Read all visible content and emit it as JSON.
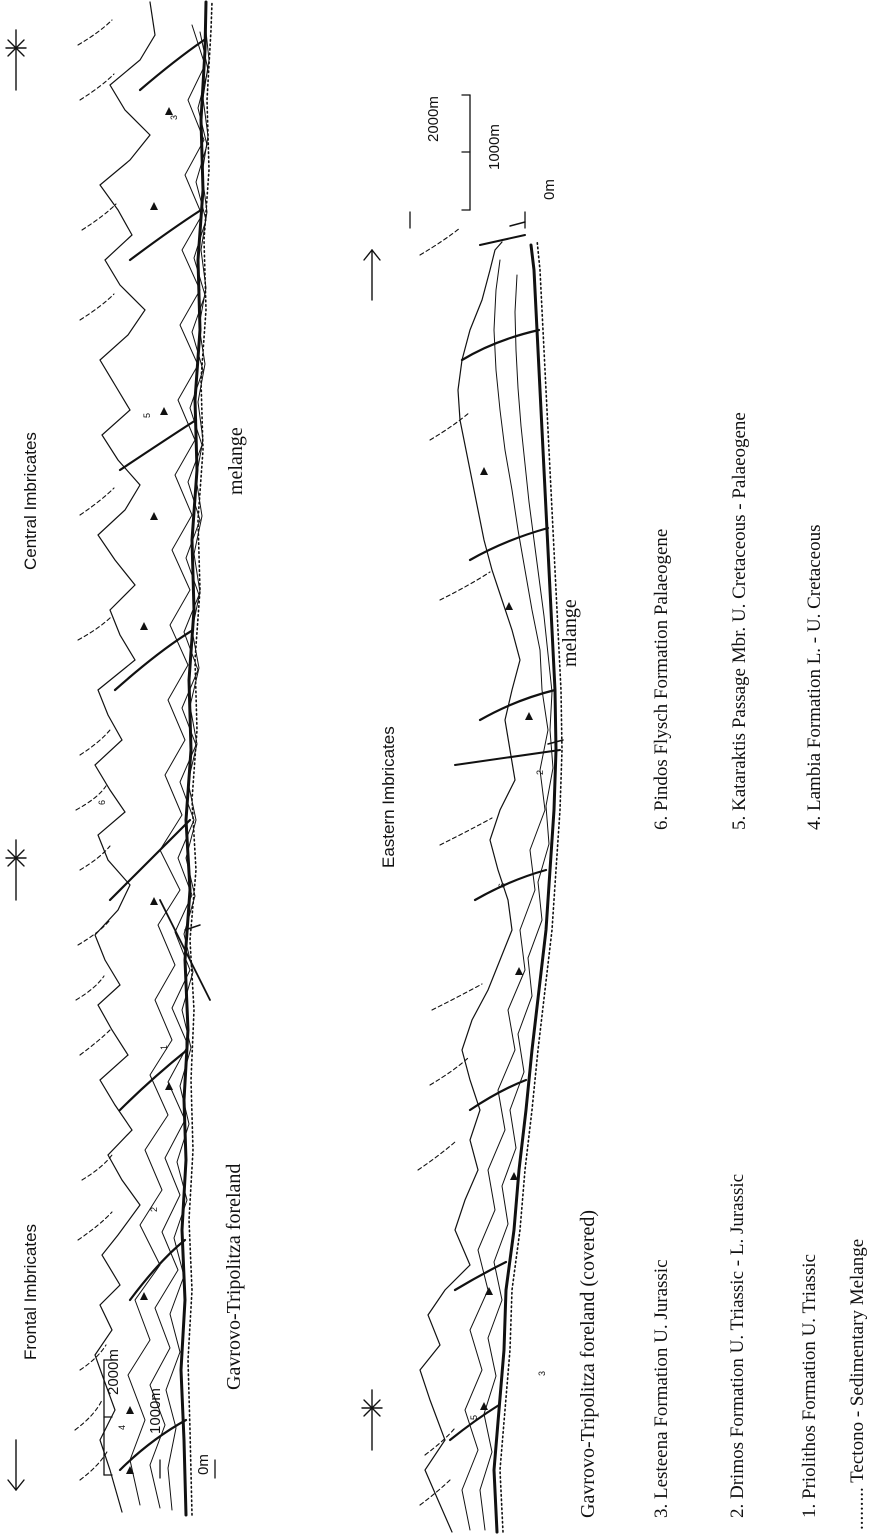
{
  "sections": {
    "top": {
      "labels": [
        "Frontal Imbricates",
        "Central Imbricates"
      ],
      "foreland": "Gavrovo-Tripolitza foreland",
      "melange": "melange"
    },
    "bottom": {
      "label": "Eastern Imbricates",
      "foreland": "Gavrovo-Tripolitza foreland (covered)",
      "melange": "melange"
    }
  },
  "scale_bar": {
    "ticks": [
      "2000m",
      "1000m",
      "0m"
    ]
  },
  "legend": [
    "6. Pindos Flysch Formation   Palaeogene",
    "5. Kataraktis Passage Mbr. U.  Cretaceous - Palaeogene",
    "4. Lambia Formation L. - U. Cretaceous",
    "3. Lesteena Formation  U. Jurassic",
    "2. Drimos Formation   U. Triassic - L. Jurassic",
    "1. Priolithos Formation U. Triassic",
    "......... Tectono - Sedimentary Melange"
  ],
  "unit_numbers": [
    "1",
    "2",
    "3",
    "4",
    "5",
    "6"
  ],
  "colors": {
    "ink": "#111111",
    "paper": "#ffffff"
  }
}
